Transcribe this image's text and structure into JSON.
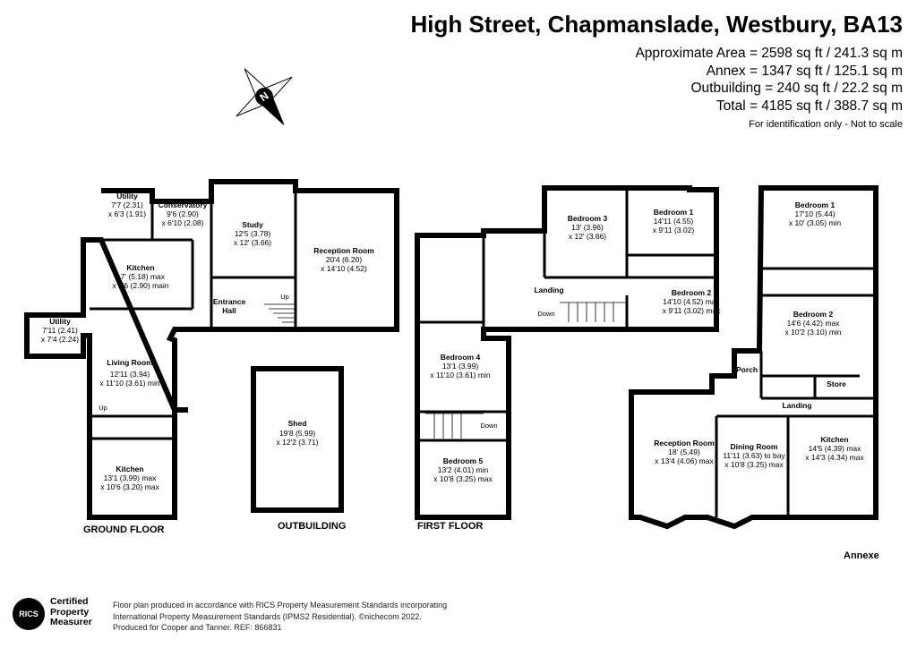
{
  "header": {
    "address": "High Street, Chapmanslade, Westbury, BA13",
    "approx_area": "Approximate Area = 2598 sq ft / 241.3 sq m",
    "annex_area": "Annex = 1347 sq ft / 125.1 sq m",
    "outbuilding_area": "Outbuilding = 240 sq ft / 22.2 sq m",
    "total_area": "Total = 4185 sq ft / 388.7 sq m",
    "note": "For identification only - Not to scale"
  },
  "compass": {
    "letter": "N",
    "icon": "compass-icon"
  },
  "floors": {
    "ground": "GROUND FLOOR",
    "outbuilding": "OUTBUILDING",
    "first": "FIRST FLOOR",
    "annexe": "Annexe"
  },
  "rooms": {
    "utility1": {
      "name": "Utility",
      "l1": "7'7 (2.31)",
      "l2": "x 6'3 (1.91)"
    },
    "conservatory": {
      "name": "Conservatory",
      "l1": "9'6 (2.90)",
      "l2": "x 6'10 (2.08)"
    },
    "study": {
      "name": "Study",
      "l1": "12'5 (3.78)",
      "l2": "x 12' (3.66)"
    },
    "reception": {
      "name": "Reception Room",
      "l1": "20'4 (6.20)",
      "l2": "x 14'10 (4.52)"
    },
    "kitchen1": {
      "name": "Kitchen",
      "l1": "17' (5.18) max",
      "l2": "x 9'6 (2.90) main"
    },
    "entrance": {
      "name": "Entrance",
      "l1": "Hall"
    },
    "utility2": {
      "name": "Utility",
      "l1": "7'11 (2.41)",
      "l2": "x 7'4 (2.24)"
    },
    "living": {
      "name": "Living Room",
      "l1": "12'11 (3.94)",
      "l2": "x 11'10 (3.61) min"
    },
    "kitchen2": {
      "name": "Kitchen",
      "l1": "13'1 (3.99) max",
      "l2": "x 10'6 (3.20) max"
    },
    "shed": {
      "name": "Shed",
      "l1": "19'8 (5.99)",
      "l2": "x 12'2 (3.71)"
    },
    "bed3": {
      "name": "Bedroom 3",
      "l1": "13' (3.96)",
      "l2": "x 12' (3.66)"
    },
    "bed1": {
      "name": "Bedroom 1",
      "l1": "14'11 (4.55)",
      "l2": "x 9'11 (3.02)"
    },
    "bed2": {
      "name": "Bedroom 2",
      "l1": "14'10 (4.52) max",
      "l2": "x 9'11 (3.02) max"
    },
    "landing": {
      "name": "Landing"
    },
    "bed4": {
      "name": "Bedroom 4",
      "l1": "13'1 (3.99)",
      "l2": "x 11'10 (3.61) min"
    },
    "bed5": {
      "name": "Bedroom 5",
      "l1": "13'2 (4.01) min",
      "l2": "x 10'8 (3.25) max"
    },
    "abed1": {
      "name": "Bedroom 1",
      "l1": "17'10 (5.44)",
      "l2": "x 10' (3.05) min"
    },
    "abed2": {
      "name": "Bedroom 2",
      "l1": "14'6 (4.42) max",
      "l2": "x 10'2 (3.10) min"
    },
    "porch": {
      "name": "Porch"
    },
    "store": {
      "name": "Store"
    },
    "alanding": {
      "name": "Landing"
    },
    "areception": {
      "name": "Reception Room",
      "l1": "18' (5.49)",
      "l2": "x 13'4 (4.06) max"
    },
    "dining": {
      "name": "Dining Room",
      "l1": "11'11 (3.63) to bay",
      "l2": "x 10'8 (3.25) max"
    },
    "akitchen": {
      "name": "Kitchen",
      "l1": "14'5 (4.39) max",
      "l2": "x 14'3 (4.34) max"
    }
  },
  "stairs": {
    "up": "Up",
    "down": "Down"
  },
  "footer": {
    "line1": "Floor plan produced in accordance with RICS Property Measurement Standards incorporating",
    "line2": "International Property Measurement Standards (IPMS2 Residential).  ©nichecom 2022.",
    "line3": "Produced for Cooper and Tanner.   REF: 866831",
    "rics_badge": "RICS",
    "rics_l1": "Certified",
    "rics_l2": "Property",
    "rics_l3": "Measurer"
  }
}
